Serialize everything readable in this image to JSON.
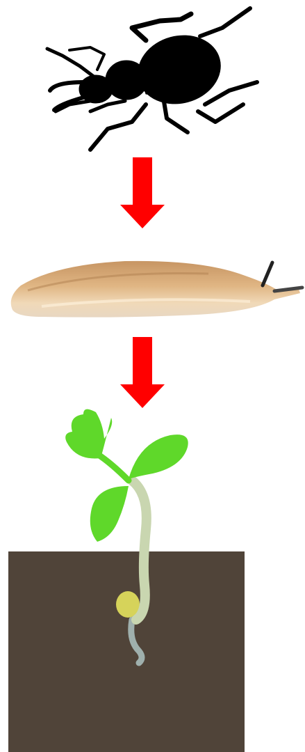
{
  "diagram": {
    "type": "food-chain",
    "nodes": [
      {
        "id": "beetle",
        "icon": "beetle-icon"
      },
      {
        "id": "slug",
        "icon": "slug-icon"
      },
      {
        "id": "seedling",
        "icon": "seedling-icon"
      }
    ],
    "edges": [
      {
        "from": "beetle",
        "to": "slug",
        "icon": "arrow-down-icon"
      },
      {
        "from": "slug",
        "to": "seedling",
        "icon": "arrow-down-icon"
      }
    ],
    "colors": {
      "arrow": "#ff0000",
      "beetle": "#000000",
      "slug_body": "#d9a872",
      "leaf": "#5fd82a",
      "stem": "#c9d6b0",
      "seed": "#d6d35a",
      "root": "#9fb0ad",
      "soil": "#504439"
    }
  }
}
